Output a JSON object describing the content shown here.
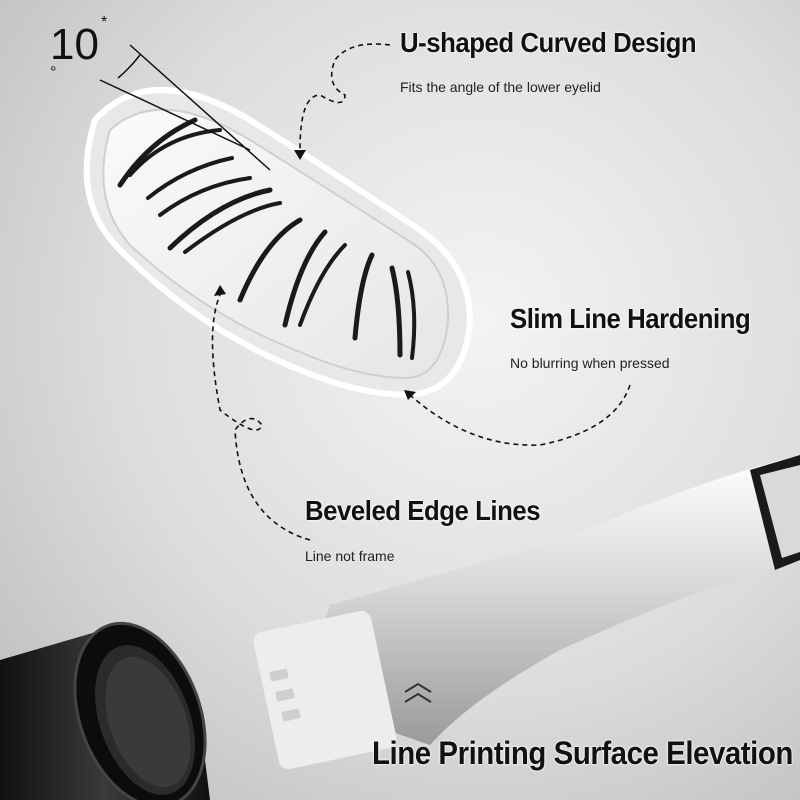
{
  "angle": {
    "value": "10",
    "mark": "°",
    "asterisk": "*"
  },
  "features": [
    {
      "title": "U-shaped Curved Design",
      "subtitle": "Fits the angle of the lower eyelid"
    },
    {
      "title": "Slim Line Hardening",
      "subtitle": "No blurring when pressed"
    },
    {
      "title": "Beveled Edge Lines",
      "subtitle": "Line not frame"
    },
    {
      "title": "Line Printing Surface Elevation"
    }
  ],
  "colors": {
    "ink": "#111111",
    "background": "#dcdcdc",
    "stamp_body": "#f2f2f2",
    "lash": "#1a1a1a"
  }
}
